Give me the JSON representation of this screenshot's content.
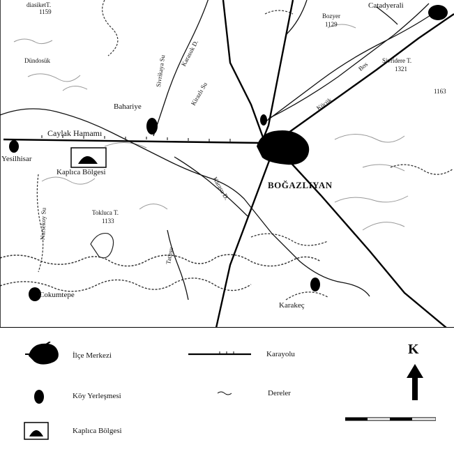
{
  "map": {
    "places": {
      "top_left_peak": "diasiketT.",
      "top_left_peak_elev": "1159",
      "catadyeral": "Catadyerali",
      "dondeouk": "Dündosük",
      "bahariye": "Bahariye",
      "caylak_hamami": "Caylak Hamamı",
      "yesilhisar": "Yesilhisar",
      "kaplica_bolgesi": "Kaplıca Bölgesi",
      "bogazliyan": "BOĞAZLIYAN",
      "tokluca": "Tokluca T.",
      "tokluca_elev": "1133",
      "cokumtepe": "Cokumtepe",
      "karakec": "Karakeç",
      "bozyer": "Bozyer",
      "bozyer_elev": "1129",
      "sivridere": "Sivridere T.",
      "sivridere_elev": "1321",
      "elev_1163": "1163"
    },
    "rivers": {
      "karasu": "Karasu D.",
      "karasuk": "Karasuk D.",
      "kiraz_su": "Kirazlı Su",
      "tatlisu": "Tatlısu",
      "bos": "Bos",
      "kucuk": "Küçük",
      "sivrikaya": "Sivrikaya Su",
      "narsekoy": "Narsekoy Su"
    }
  },
  "legend": {
    "city_center": "İlçe Merkezi",
    "village": "Köy Yerleşmesi",
    "spa_region": "Kaplıca Bölgesi",
    "highway": "Karayolu",
    "stream": "Dereler",
    "north": "K"
  }
}
